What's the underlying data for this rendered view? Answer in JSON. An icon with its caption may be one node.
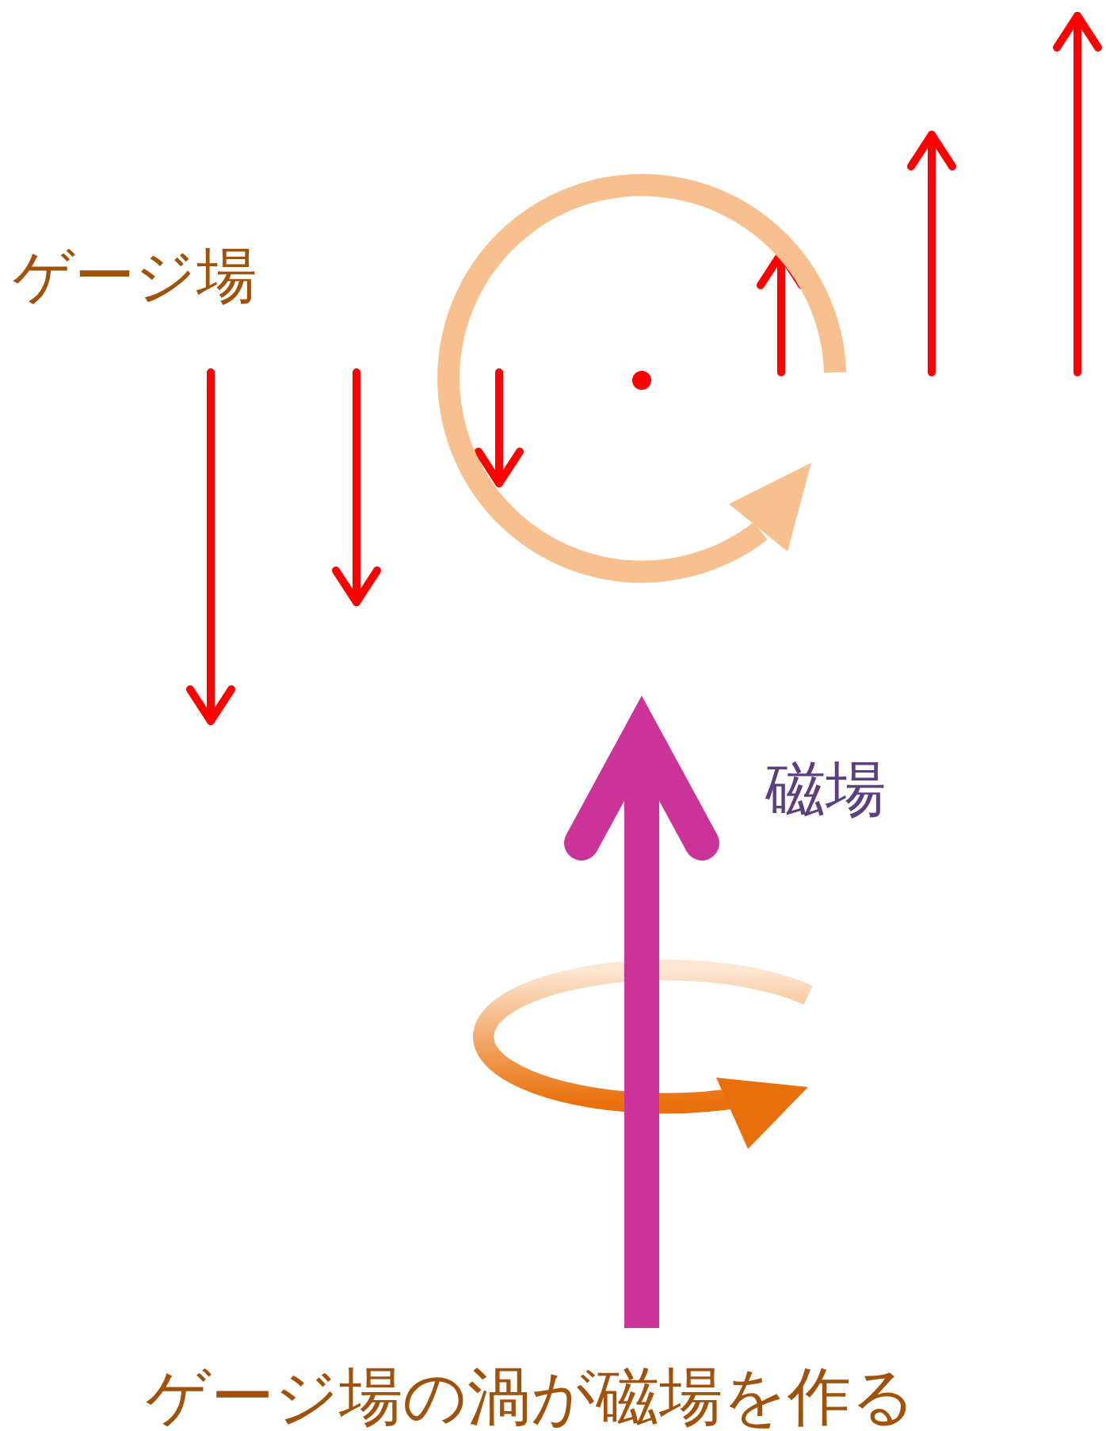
{
  "diagram": {
    "caption": "ゲージ場の渦が磁場を作る",
    "labels": [
      "ゲージ場",
      "磁場"
    ]
  }
}
